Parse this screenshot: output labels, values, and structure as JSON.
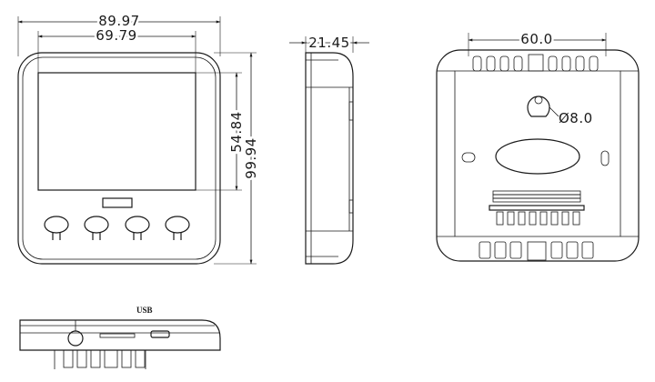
{
  "dimensions": {
    "outer_width": "89.97",
    "screen_width": "69.79",
    "screen_height": "54.84",
    "outer_height": "99.94",
    "depth": "21.45",
    "mount_spacing": "60.0",
    "hole_diameter": "Ø8.0"
  },
  "labels": {
    "usb": "USB"
  }
}
